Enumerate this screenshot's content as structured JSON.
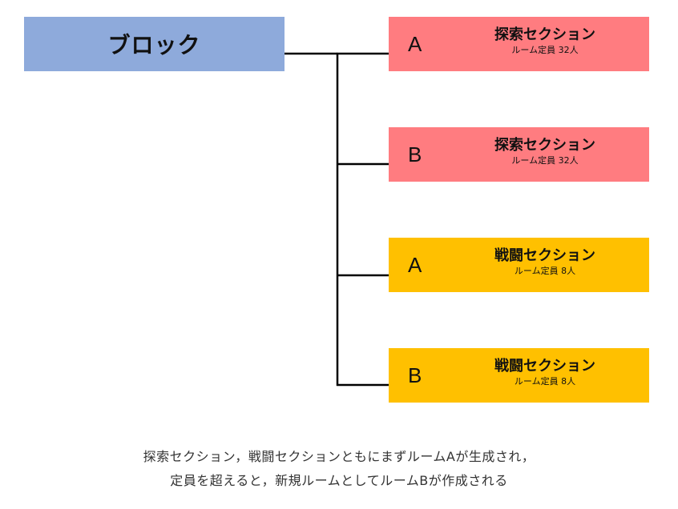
{
  "root": {
    "label": "ブロック",
    "color": "#8eaadb"
  },
  "sections": [
    {
      "room": "A",
      "title": "探索セクション",
      "capacity": "ルーム定員 32人",
      "color": "#ff7c80"
    },
    {
      "room": "B",
      "title": "探索セクション",
      "capacity": "ルーム定員 32人",
      "color": "#ff7c80"
    },
    {
      "room": "A",
      "title": "戦闘セクション",
      "capacity": "ルーム定員 8人",
      "color": "#ffc000"
    },
    {
      "room": "B",
      "title": "戦闘セクション",
      "capacity": "ルーム定員 8人",
      "color": "#ffc000"
    }
  ],
  "caption": {
    "line1": "探索セクション，戦闘セクションともにまずルームAが生成され，",
    "line2": "定員を超えると，新規ルームとしてルームBが作成される"
  }
}
